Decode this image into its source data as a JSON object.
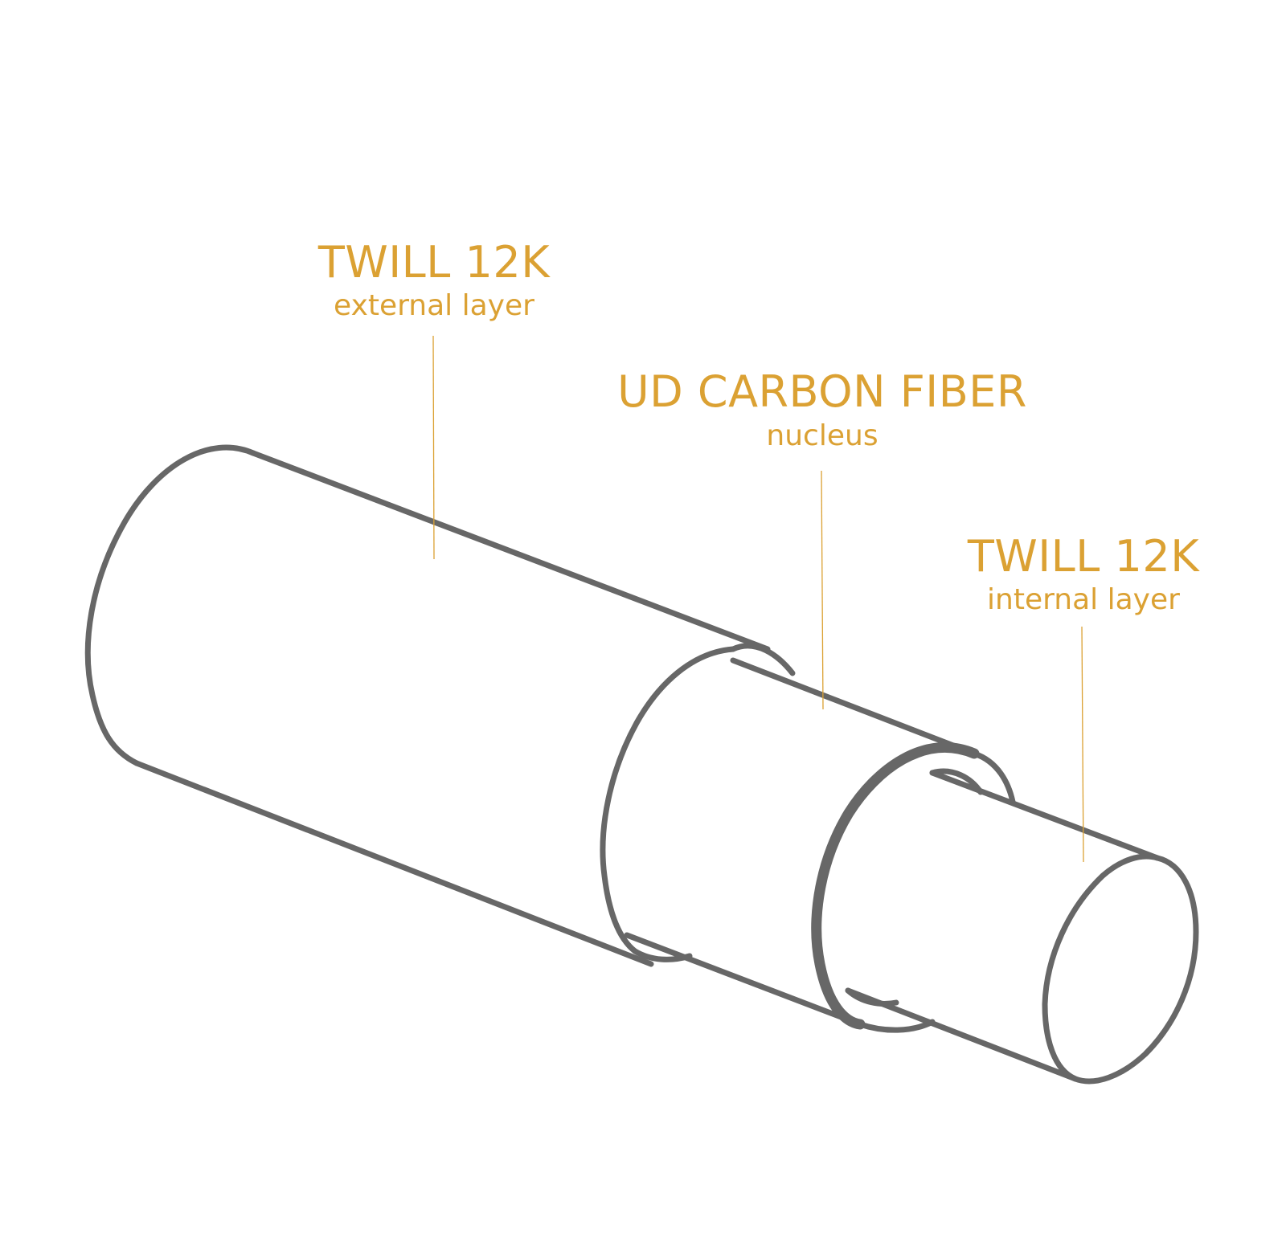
{
  "accent_color": "#DBA133",
  "line_color": "#676767",
  "labels": {
    "external": {
      "title": "TWILL 12K",
      "subtitle": "external layer"
    },
    "nucleus": {
      "title": "UD CARBON FIBER",
      "subtitle": "nucleus"
    },
    "internal": {
      "title": "TWILL 12K",
      "subtitle": "internal layer"
    }
  }
}
